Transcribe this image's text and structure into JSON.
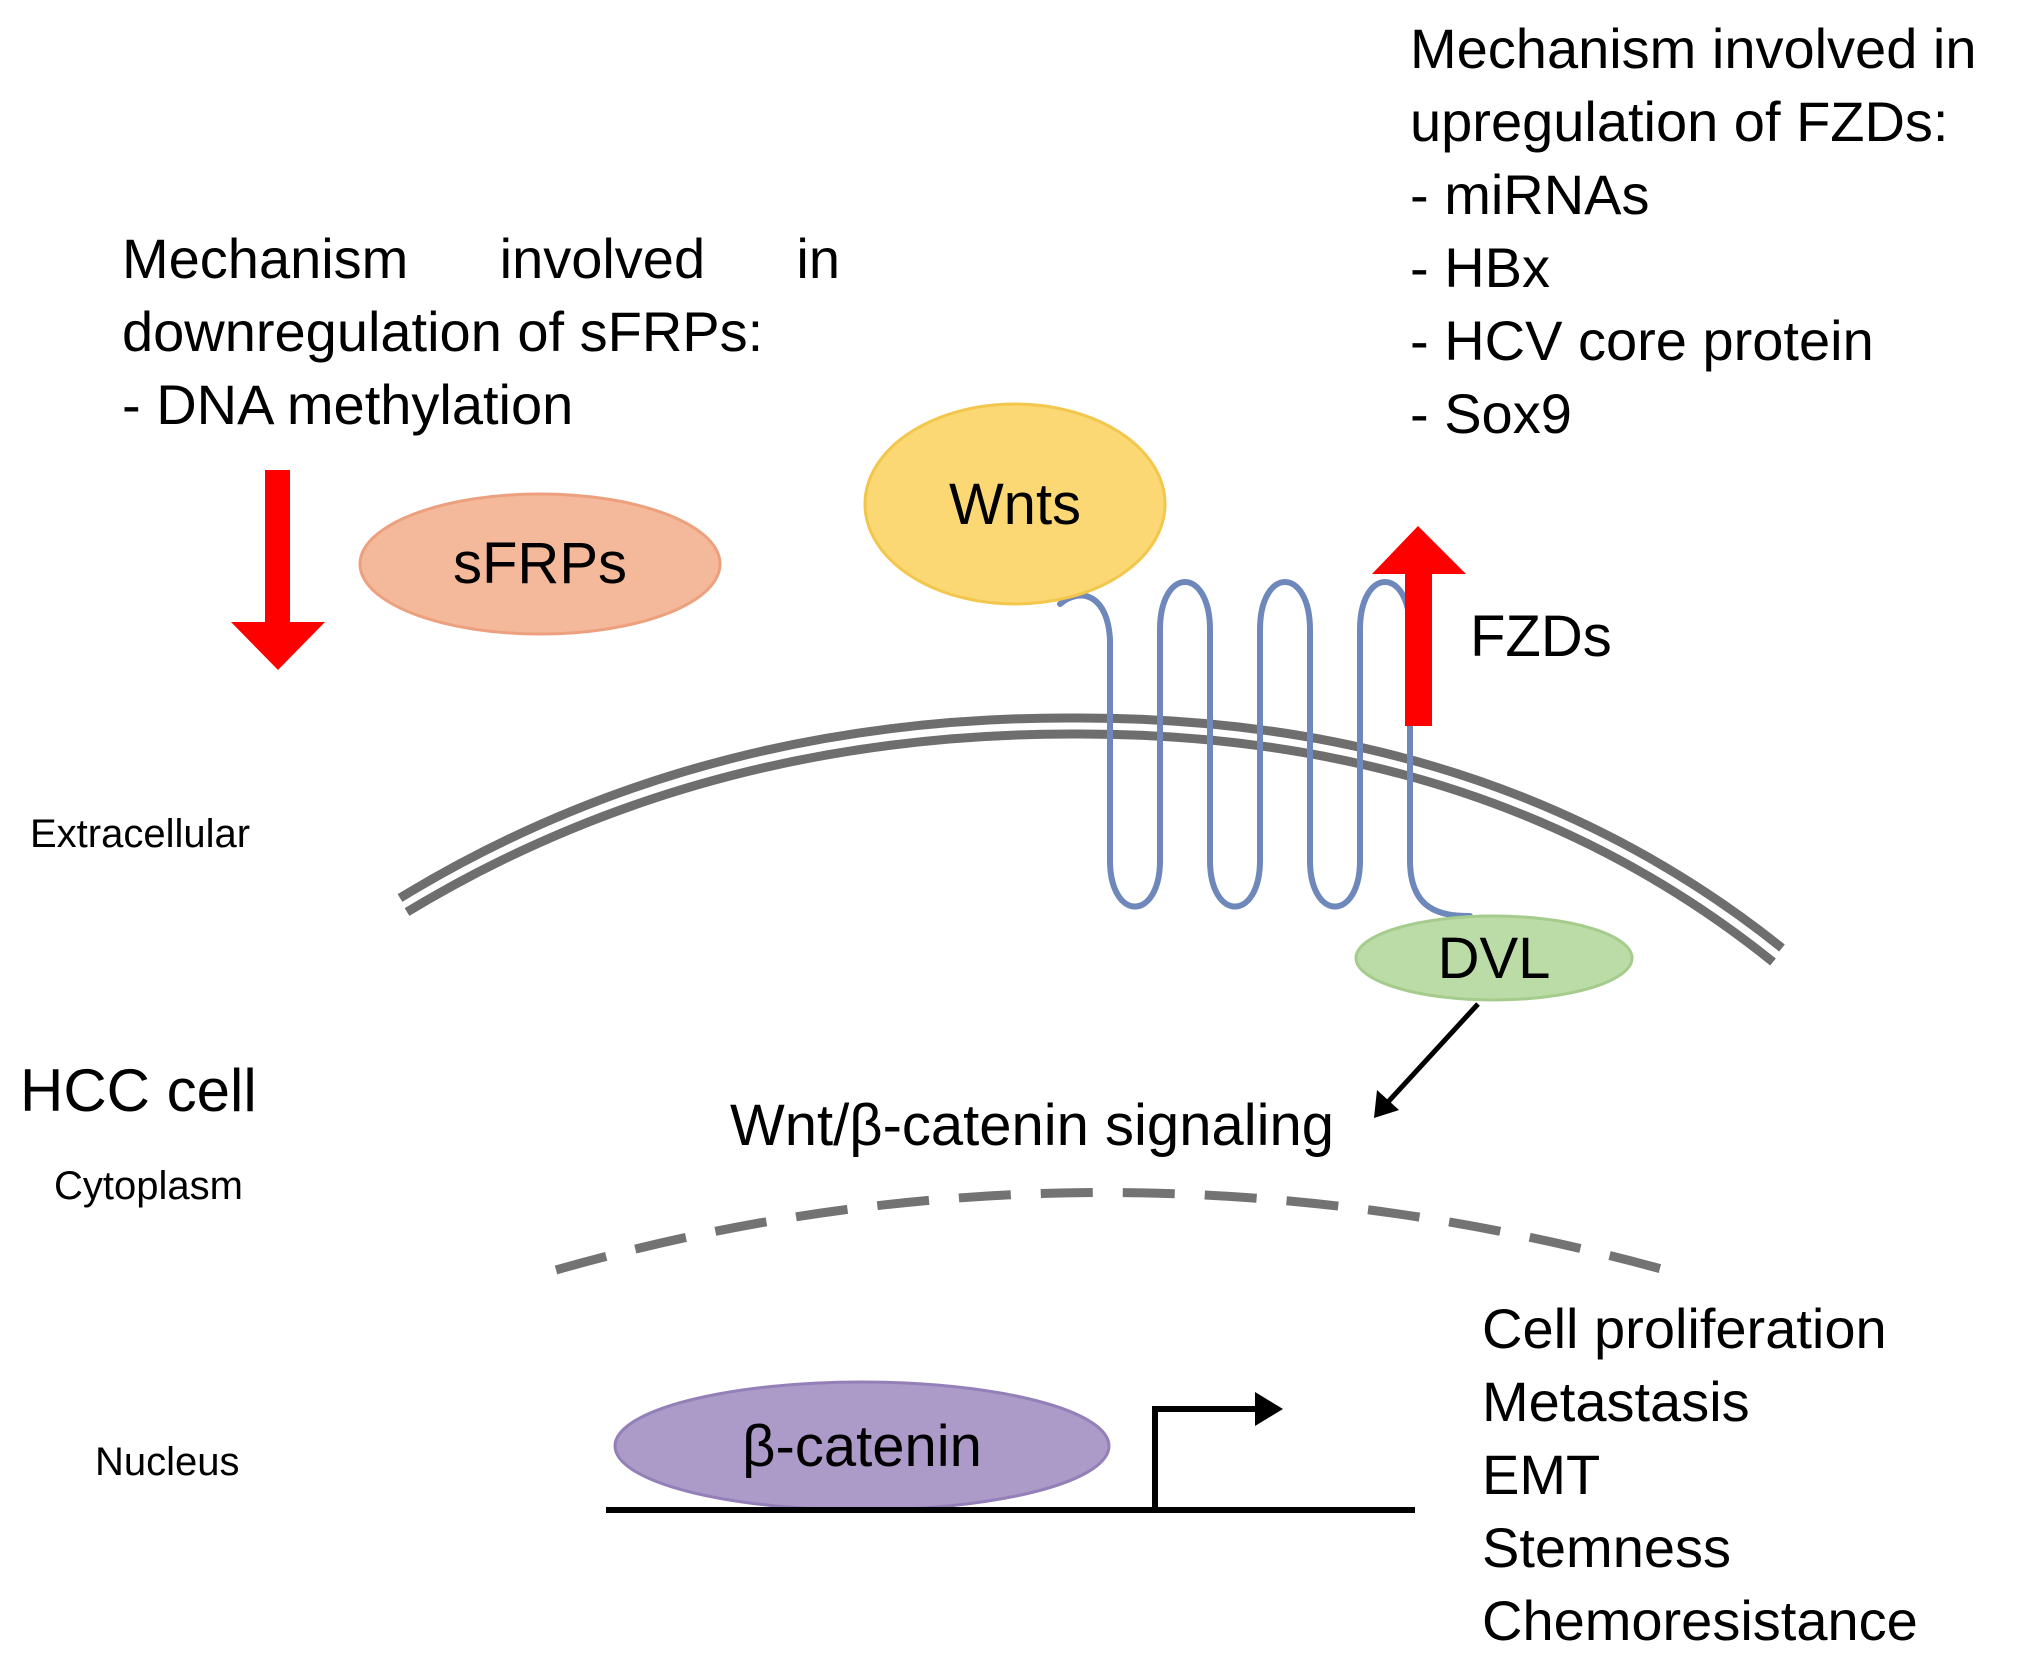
{
  "sfrp_mechanism": {
    "heading_words": [
      "Mechanism",
      "involved",
      "in"
    ],
    "heading_line2": "downregulation of sFRPs:",
    "items": [
      "- DNA methylation"
    ]
  },
  "fzd_mechanism": {
    "heading_line1": "Mechanism involved in",
    "heading_line2": "upregulation of FZDs:",
    "items": [
      "- miRNAs",
      "- HBx",
      "- HCV core protein",
      "- Sox9"
    ]
  },
  "molecules": {
    "sfrps": "sFRPs",
    "wnts": "Wnts",
    "fzds": "FZDs",
    "dvl": "DVL",
    "beta_catenin": "β-catenin"
  },
  "compartments": {
    "extracellular": "Extracellular",
    "cell": "HCC cell",
    "cytoplasm": "Cytoplasm",
    "nucleus": "Nucleus"
  },
  "signaling": "Wnt/β-catenin signaling",
  "outcomes": [
    "Cell proliferation",
    "Metastasis",
    "EMT",
    "Stemness",
    "Chemoresistance"
  ],
  "colors": {
    "red_arrow": "#ff0000",
    "sfrps_fill": "#f4b89a",
    "sfrps_stroke": "#eda07e",
    "wnts_fill": "#fbd874",
    "wnts_stroke": "#f3c64c",
    "dvl_fill": "#bcdca7",
    "dvl_stroke": "#a5cc8c",
    "beta_fill": "#ac9ac8",
    "beta_stroke": "#9480b8",
    "receptor": "#6f88bb",
    "membrane": "#6e6e6e",
    "nuclear_envelope": "#737373"
  }
}
